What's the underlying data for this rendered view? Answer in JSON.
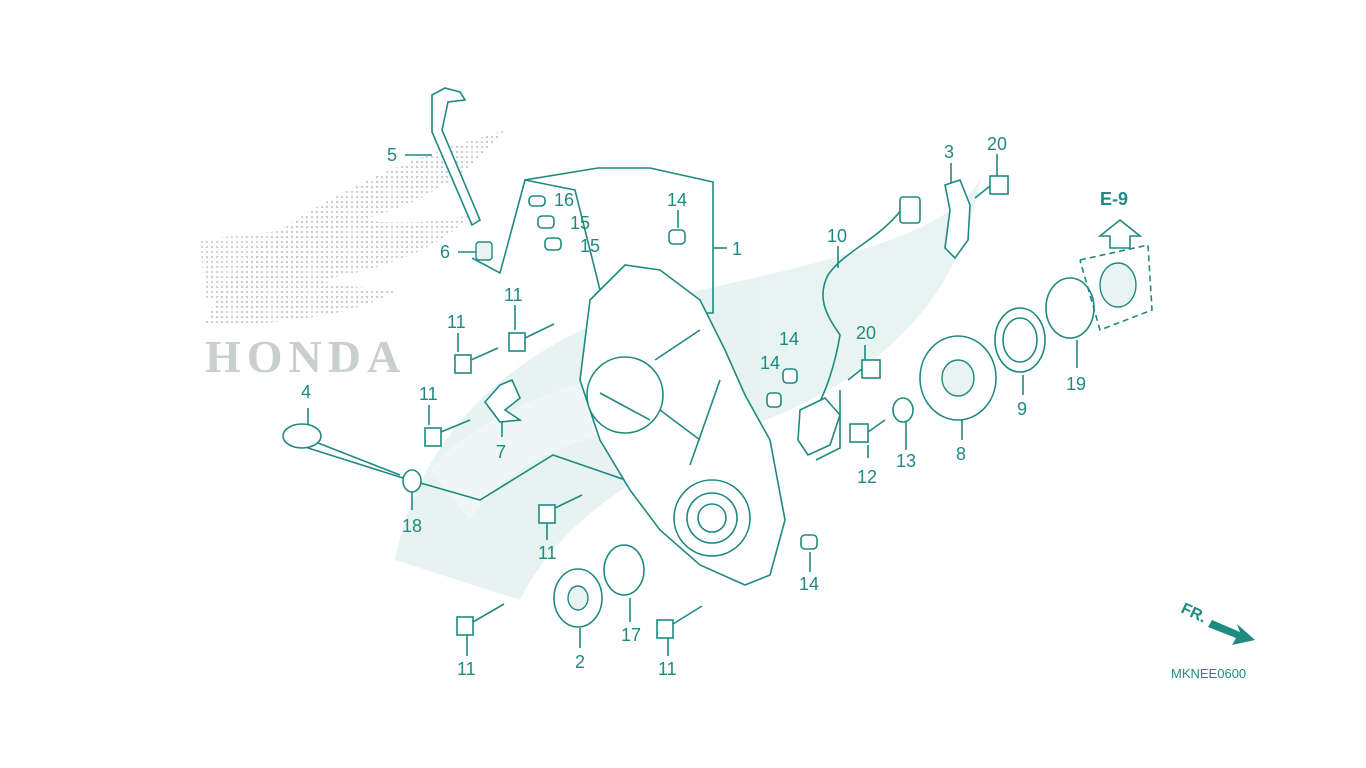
{
  "diagram": {
    "drawing_code": "MKNEE0600",
    "front_arrow_label": "FR.",
    "reference_label": "E-9",
    "watermark_text": "HONDA",
    "callouts": [
      {
        "id": "c1",
        "label": "1"
      },
      {
        "id": "c2",
        "label": "2"
      },
      {
        "id": "c3",
        "label": "3"
      },
      {
        "id": "c4",
        "label": "4"
      },
      {
        "id": "c5",
        "label": "5"
      },
      {
        "id": "c6",
        "label": "6"
      },
      {
        "id": "c7",
        "label": "7"
      },
      {
        "id": "c8",
        "label": "8"
      },
      {
        "id": "c9",
        "label": "9"
      },
      {
        "id": "c10",
        "label": "10"
      },
      {
        "id": "c11a",
        "label": "11"
      },
      {
        "id": "c11b",
        "label": "11"
      },
      {
        "id": "c11c",
        "label": "11"
      },
      {
        "id": "c11d",
        "label": "11"
      },
      {
        "id": "c11e",
        "label": "11"
      },
      {
        "id": "c11f",
        "label": "11"
      },
      {
        "id": "c12",
        "label": "12"
      },
      {
        "id": "c13",
        "label": "13"
      },
      {
        "id": "c14a",
        "label": "14"
      },
      {
        "id": "c14b",
        "label": "14"
      },
      {
        "id": "c14c",
        "label": "14"
      },
      {
        "id": "c14d",
        "label": "14"
      },
      {
        "id": "c15a",
        "label": "15"
      },
      {
        "id": "c15b",
        "label": "15"
      },
      {
        "id": "c16",
        "label": "16"
      },
      {
        "id": "c17",
        "label": "17"
      },
      {
        "id": "c18",
        "label": "18"
      },
      {
        "id": "c19",
        "label": "19"
      },
      {
        "id": "c20a",
        "label": "20"
      },
      {
        "id": "c20b",
        "label": "20"
      }
    ]
  }
}
